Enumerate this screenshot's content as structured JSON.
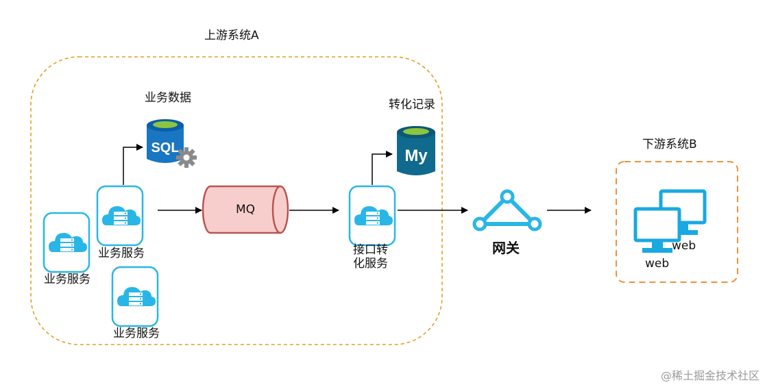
{
  "upstream": {
    "title": "上游系统A",
    "db_business_label": "业务数据",
    "db_business_badge": "SQL",
    "db_record_label": "转化记录",
    "db_record_badge": "My",
    "service_label_1": "业务服务",
    "service_label_2": "业务服务",
    "service_label_3": "业务服务",
    "mq_label": "MQ",
    "converter_label_line1": "接口转",
    "converter_label_line2": "化服务"
  },
  "gateway": {
    "label": "网关"
  },
  "downstream": {
    "title": "下游系统B",
    "web_label_1": "web",
    "web_label_2": "web"
  },
  "watermark": "@稀土掘金技术社区",
  "colors": {
    "upstream_border": "#e0a020",
    "downstream_border": "#f0903a",
    "icon_blue": "#29b6e6",
    "db_blue": "#1976c2",
    "mysql_teal": "#0f6a8e",
    "db_top_green": "#8cc63e",
    "mq_fill": "#f8cecc",
    "mq_stroke": "#b85450",
    "gateway_blue": "#29b6e6"
  }
}
